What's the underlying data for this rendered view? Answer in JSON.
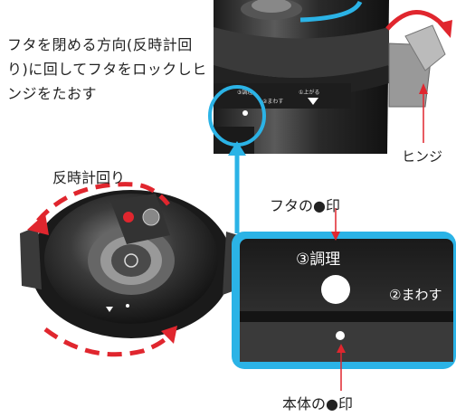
{
  "instruction_text": "フタを閉める方向(反時計回り)に回してフタをロックしヒンジをたおす",
  "rotation_label": "反時計回り",
  "hinge_label": "ヒンジ",
  "lid_mark_label": "フタの●印",
  "body_mark_label": "本体の●印",
  "detail_step3": "③調理",
  "detail_step2": "②まわす",
  "colors": {
    "red": "#e0262e",
    "callout_blue": "#2bb3e6",
    "cooker_dark": "#2e2e2e"
  }
}
